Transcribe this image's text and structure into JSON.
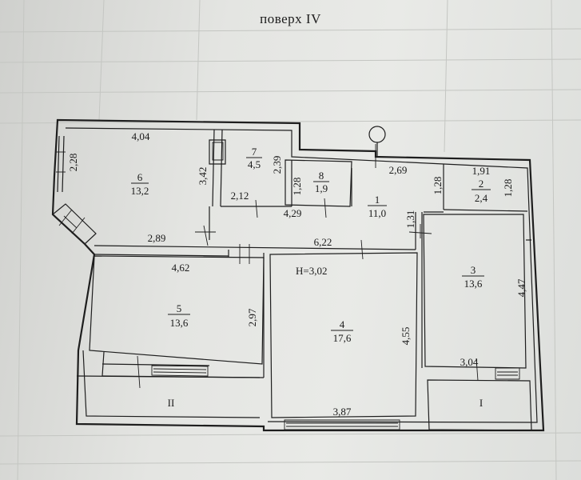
{
  "floor_label": "поверх IV",
  "ceiling_height": "H=3,02",
  "rooms": [
    {
      "id": "r1",
      "number": "1",
      "area": "11,0"
    },
    {
      "id": "r2",
      "number": "2",
      "area": "2,4"
    },
    {
      "id": "r3",
      "number": "3",
      "area": "13,6"
    },
    {
      "id": "r4",
      "number": "4",
      "area": "17,6"
    },
    {
      "id": "r5",
      "number": "5",
      "area": "13,6"
    },
    {
      "id": "r6",
      "number": "6",
      "area": "13,2"
    },
    {
      "id": "r7",
      "number": "7",
      "area": "4,5"
    },
    {
      "id": "r8",
      "number": "8",
      "area": "1,9"
    }
  ],
  "balconies": [
    {
      "id": "b1",
      "label": "I"
    },
    {
      "id": "b2",
      "label": "II"
    }
  ],
  "dimensions": {
    "d_4_04": "4,04",
    "d_2_28": "2,28",
    "d_3_42": "3,42",
    "d_2_39": "2,39",
    "d_1_28_a": "1,28",
    "d_2_12": "2,12",
    "d_4_29": "4,29",
    "d_2_69": "2,69",
    "d_1_28_b": "1,28",
    "d_1_91": "1,91",
    "d_1_28_c": "1,28",
    "d_1_31": "1,31",
    "d_2_89": "2,89",
    "d_6_22": "6,22",
    "d_4_62": "4,62",
    "d_2_97": "2,97",
    "d_4_55": "4,55",
    "d_4_47": "4,47",
    "d_3_04": "3,04",
    "d_3_87": "3,87"
  }
}
